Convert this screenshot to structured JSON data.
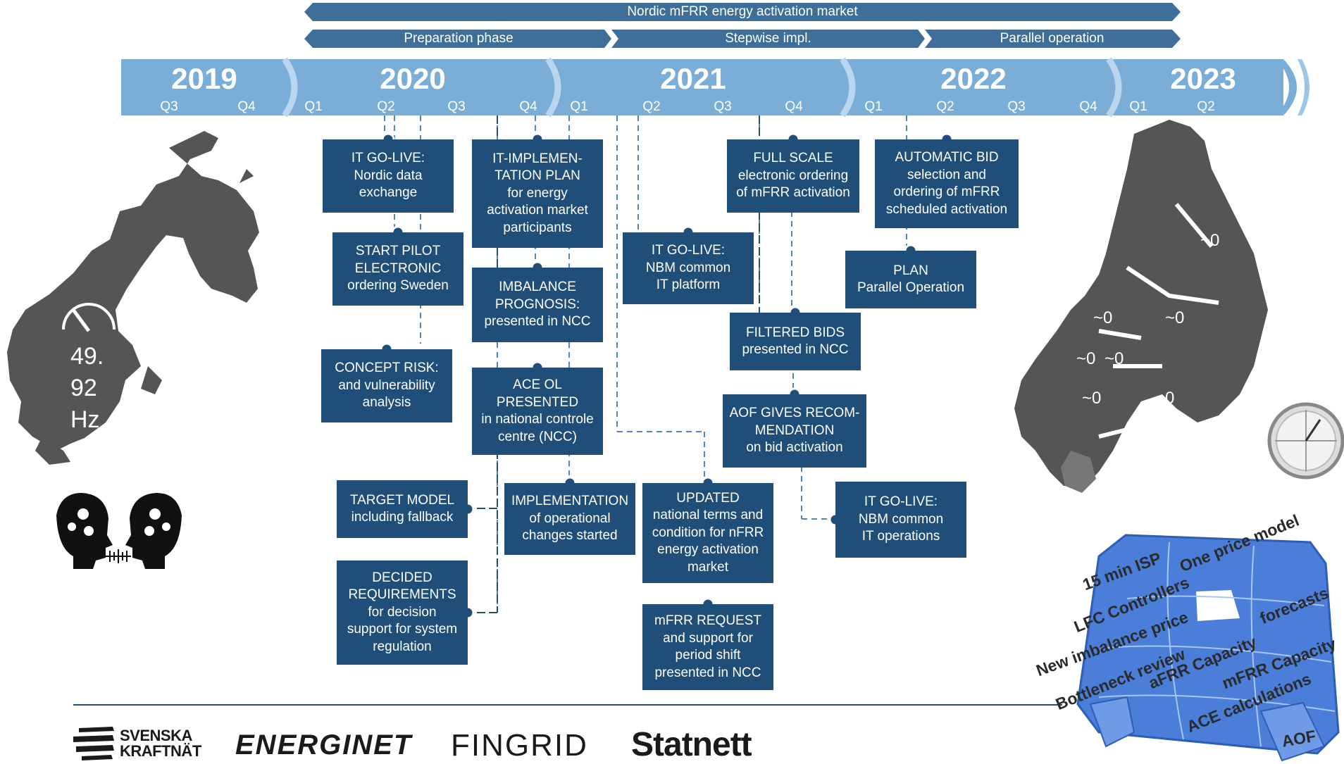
{
  "banner": {
    "market": "Nordic mFRR energy activation market",
    "phases": [
      "Preparation phase",
      "Stepwise impl.",
      "Parallel operation"
    ]
  },
  "timeline": {
    "years": [
      "2019",
      "2020",
      "2021",
      "2022",
      "2023"
    ],
    "quarters": [
      "Q3",
      "Q4",
      "Q1",
      "Q2",
      "Q3",
      "Q4",
      "Q1",
      "Q2",
      "Q3",
      "Q4",
      "Q1",
      "Q2",
      "Q3",
      "Q4",
      "Q1",
      "Q2"
    ]
  },
  "milestones": [
    {
      "id": "m1",
      "lines": [
        "IT GO-LIVE:",
        "Nordic data",
        "exchange"
      ]
    },
    {
      "id": "m2",
      "lines": [
        "START PILOT",
        "ELECTRONIC",
        "ordering Sweden"
      ]
    },
    {
      "id": "m3",
      "lines": [
        "CONCEPT RISK:",
        "and vulnerability",
        "analysis"
      ]
    },
    {
      "id": "m4",
      "lines": [
        "TARGET MODEL",
        "including fallback"
      ]
    },
    {
      "id": "m5",
      "lines": [
        "DECIDED",
        "REQUIREMENTS",
        "for decision",
        "support for system",
        "regulation"
      ]
    },
    {
      "id": "m6",
      "lines": [
        "IT-IMPLEMEN-",
        "TATION PLAN",
        "for energy",
        "activation market",
        "participants"
      ]
    },
    {
      "id": "m7",
      "lines": [
        "IMBALANCE",
        "PROGNOSIS:",
        "presented in NCC"
      ]
    },
    {
      "id": "m8",
      "lines": [
        "ACE OL",
        "PRESENTED",
        "in national controle",
        "centre (NCC)"
      ]
    },
    {
      "id": "m9",
      "lines": [
        "IMPLEMENTATION",
        "of operational",
        "changes started"
      ]
    },
    {
      "id": "m10",
      "lines": [
        "IT GO-LIVE:",
        "NBM common",
        "IT platform"
      ]
    },
    {
      "id": "m11",
      "lines": [
        "UPDATED",
        "national terms and",
        "condition for nFRR",
        "energy activation",
        "market"
      ]
    },
    {
      "id": "m12",
      "lines": [
        "mFRR REQUEST",
        "and support for",
        "period shift",
        "presented in NCC"
      ]
    },
    {
      "id": "m13",
      "lines": [
        "FULL SCALE",
        "electronic ordering",
        "of mFRR activation"
      ]
    },
    {
      "id": "m14",
      "lines": [
        "FILTERED BIDS",
        "presented in NCC"
      ]
    },
    {
      "id": "m15",
      "lines": [
        "AOF GIVES RECOM-",
        "MENDATION",
        "on bid activation"
      ]
    },
    {
      "id": "m16",
      "lines": [
        "AUTOMATIC BID",
        "selection and",
        "ordering of mFRR",
        "scheduled activation"
      ]
    },
    {
      "id": "m17",
      "lines": [
        "PLAN",
        "Parallel Operation"
      ]
    },
    {
      "id": "m18",
      "lines": [
        "IT GO-LIVE:",
        "NBM common",
        "IT operations"
      ]
    }
  ],
  "left_map": {
    "frequency_lines": [
      "49.",
      "92",
      "Hz"
    ]
  },
  "right_map": {
    "zone_labels": [
      "~0",
      "~0",
      "~0",
      "~0",
      "~0",
      "~0",
      "~0",
      "~0",
      "~0",
      "~0"
    ]
  },
  "puzzle": {
    "words": [
      "15 min ISP",
      "One price model",
      "LFC Controllers",
      "New imbalance price",
      "forecasts",
      "Bottleneck review",
      "aFRR Capacity",
      "mFRR Capacity",
      "ACE calculations",
      "AOF"
    ]
  },
  "logos": {
    "svk_line1": "SVENSKA",
    "svk_line2": "KRAFTNÄT",
    "energinet": "ENERGINET",
    "fingrid": "FINGRID",
    "statnett": "Statnett"
  },
  "colors": {
    "box": "#1f4e79",
    "timeline": "#7aaed6",
    "banner": "#3d6f98",
    "map": "#555555",
    "puzzle": "#4a7ed9"
  }
}
